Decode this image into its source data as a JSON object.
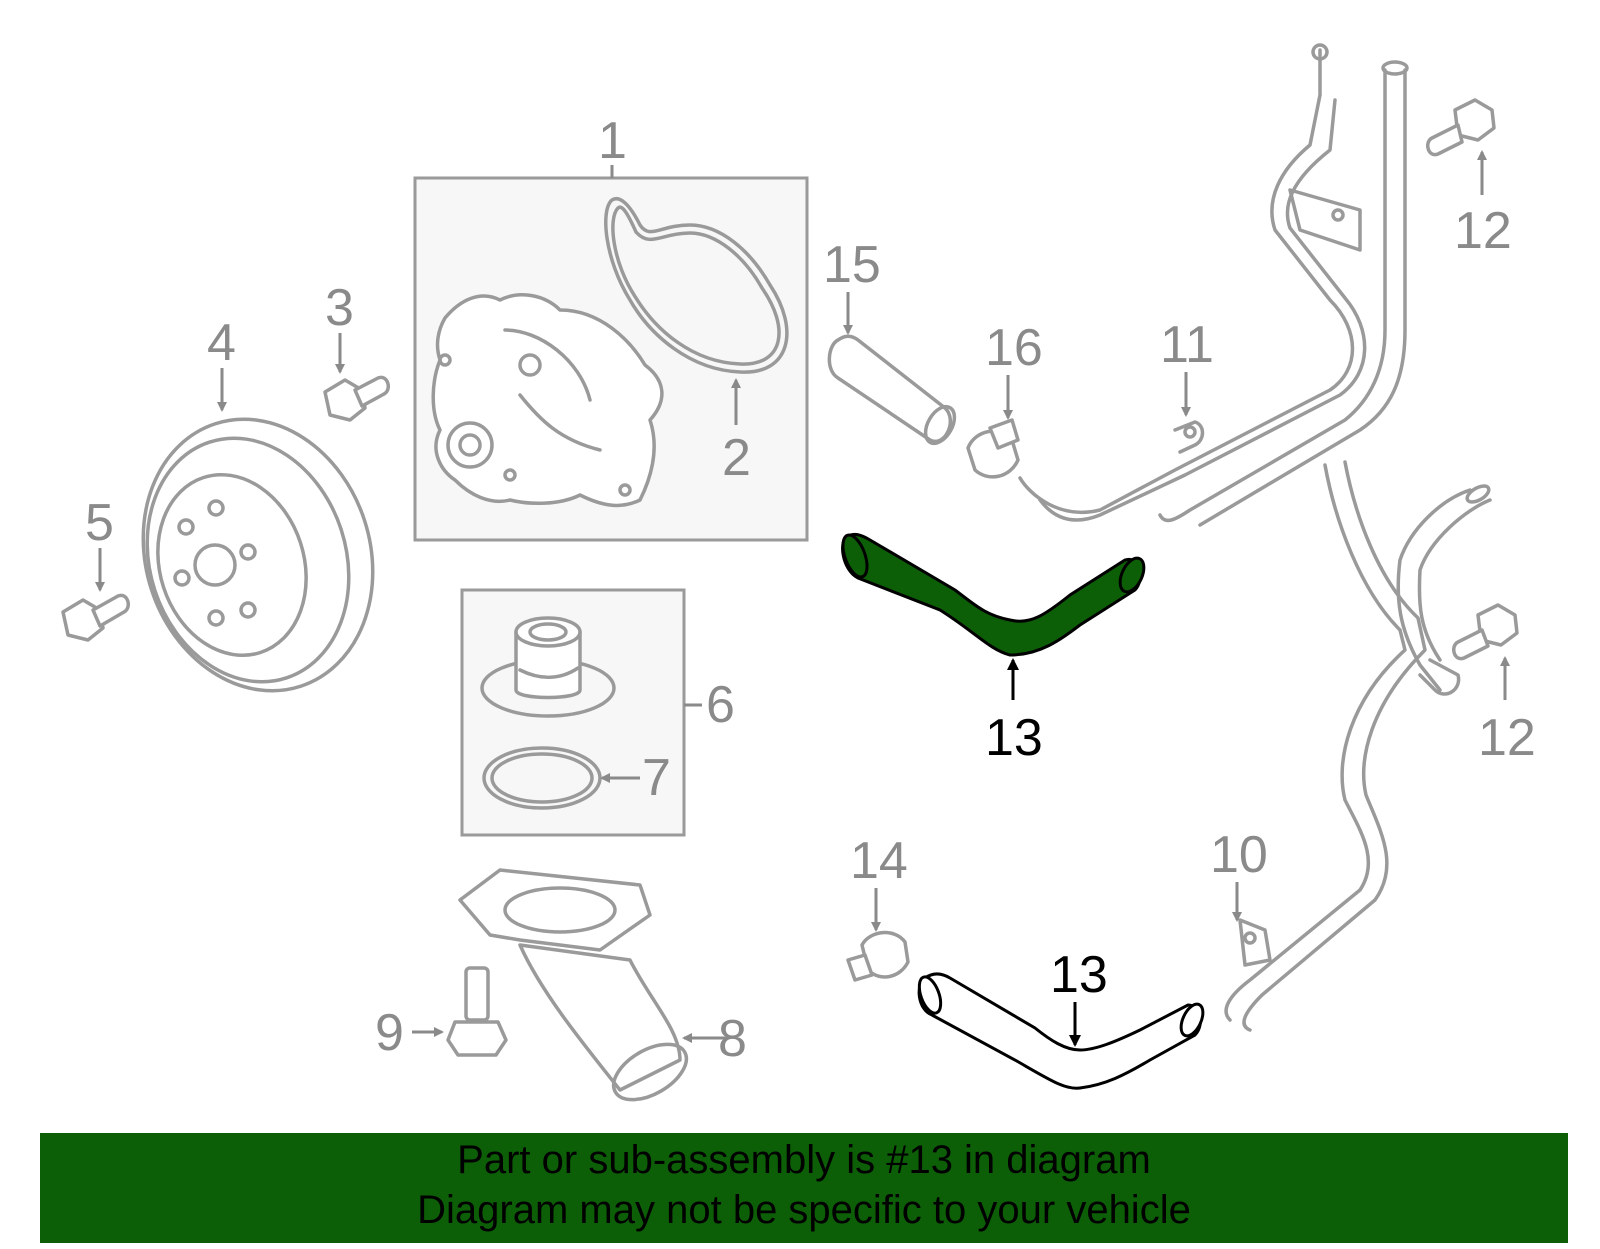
{
  "callouts": {
    "c1": "1",
    "c2": "2",
    "c3": "3",
    "c4": "4",
    "c5": "5",
    "c6": "6",
    "c7": "7",
    "c8": "8",
    "c9": "9",
    "c10": "10",
    "c11": "11",
    "c12a": "12",
    "c12b": "12",
    "c13a": "13",
    "c13b": "13",
    "c14": "14",
    "c15": "15",
    "c16": "16"
  },
  "banner": {
    "line1": "Part or sub-assembly is #13 in diagram",
    "line2": "Diagram may not be specific to your vehicle"
  },
  "colors": {
    "highlight": "#0d5f07",
    "line_art": "#9a9a9a",
    "callout_text": "#8a8a8a"
  }
}
